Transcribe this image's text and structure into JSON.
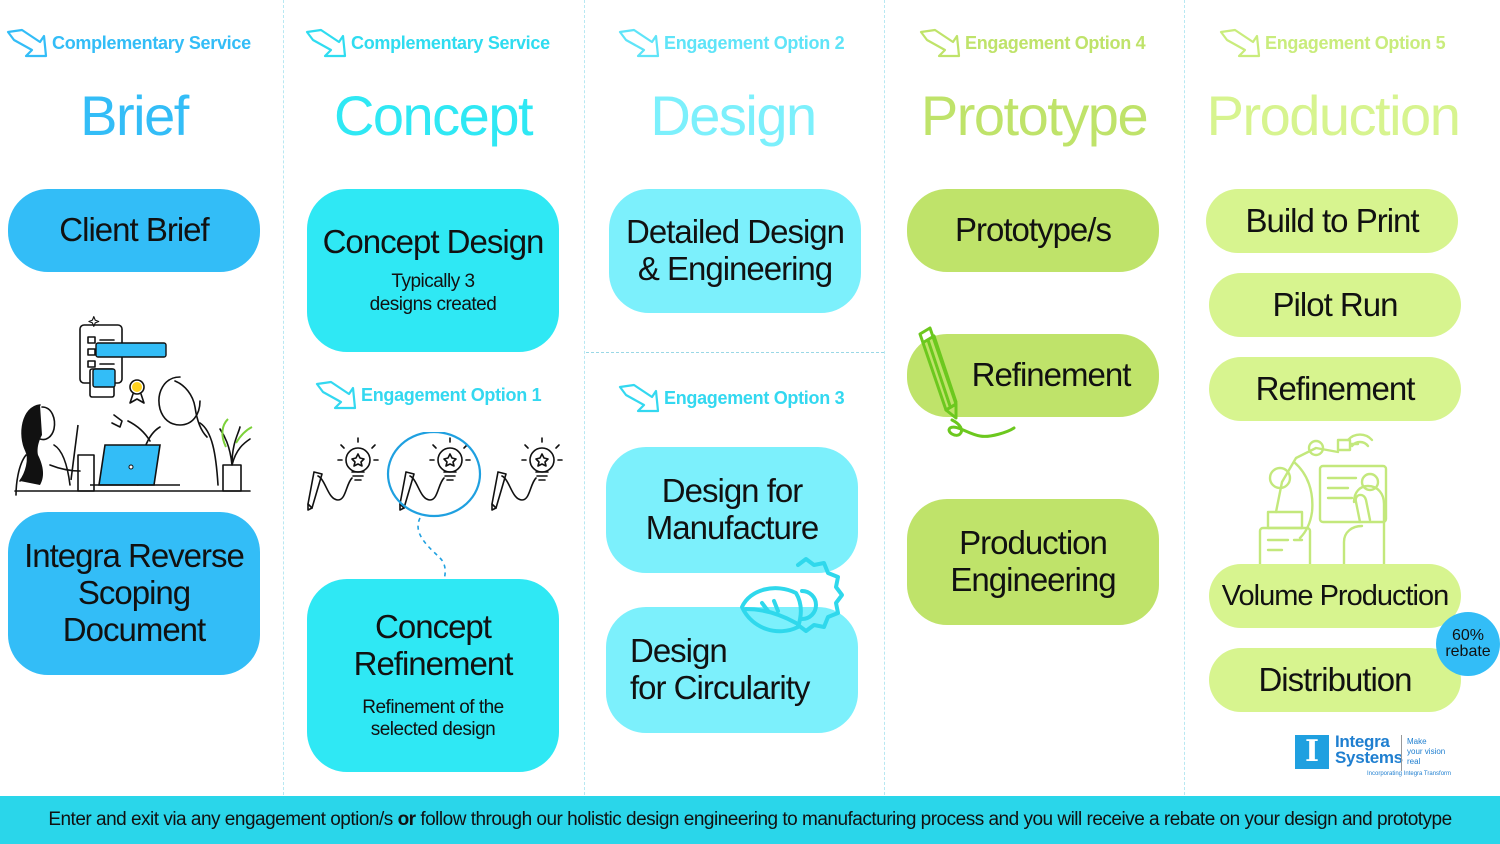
{
  "colors": {
    "brief": "#33bdf7",
    "concept": "#2fe8f4",
    "design": "#7cf0fc",
    "prototype": "#bfe36a",
    "production": "#d7f48f",
    "footer": "#2ad6ea"
  },
  "columns": [
    {
      "tag": "Complementary Service",
      "title": "Brief"
    },
    {
      "tag": "Complementary Service",
      "title": "Concept"
    },
    {
      "tag": "Engagement Option 2",
      "title": "Design"
    },
    {
      "tag": "Engagement Option 4",
      "title": "Prototype"
    },
    {
      "tag": "Engagement Option 5",
      "title": "Production"
    }
  ],
  "brief": {
    "client_brief": "Client Brief",
    "scoping_line1": "Integra Reverse",
    "scoping_line2": "Scoping",
    "scoping_line3": "Document"
  },
  "concept": {
    "design_title": "Concept Design",
    "design_note_line1": "Typically 3",
    "design_note_line2": "designs created",
    "option_tag": "Engagement Option 1",
    "refine_line1": "Concept",
    "refine_line2": "Refinement",
    "refine_note_line1": "Refinement of the",
    "refine_note_line2": "selected design"
  },
  "design": {
    "detailed_line1": "Detailed Design",
    "detailed_line2": "& Engineering",
    "option_tag": "Engagement Option 3",
    "dfm_line1": "Design for",
    "dfm_line2": "Manufacture",
    "dfc_line1": "Design",
    "dfc_line2": "for Circularity"
  },
  "prototype": {
    "prototypes": "Prototype/s",
    "refinement": "Refinement",
    "prod_eng_line1": "Production",
    "prod_eng_line2": "Engineering"
  },
  "production": {
    "build_to_print": "Build to Print",
    "pilot_run": "Pilot Run",
    "refinement": "Refinement",
    "volume_production": "Volume Production",
    "distribution": "Distribution",
    "rebate_line1": "60%",
    "rebate_line2": "rebate"
  },
  "logo": {
    "name_line1": "Integra",
    "name_line2": "Systems",
    "tagline_line1": "Make",
    "tagline_line2": "your vision",
    "tagline_line3": "real",
    "incorporating": "Incorporating Integra Transform"
  },
  "footer": {
    "text_before": "Enter and exit via any engagement option/s ",
    "text_bold": "or",
    "text_after": " follow through our holistic design engineering to manufacturing process and you will receive a rebate on your design and prototype"
  }
}
